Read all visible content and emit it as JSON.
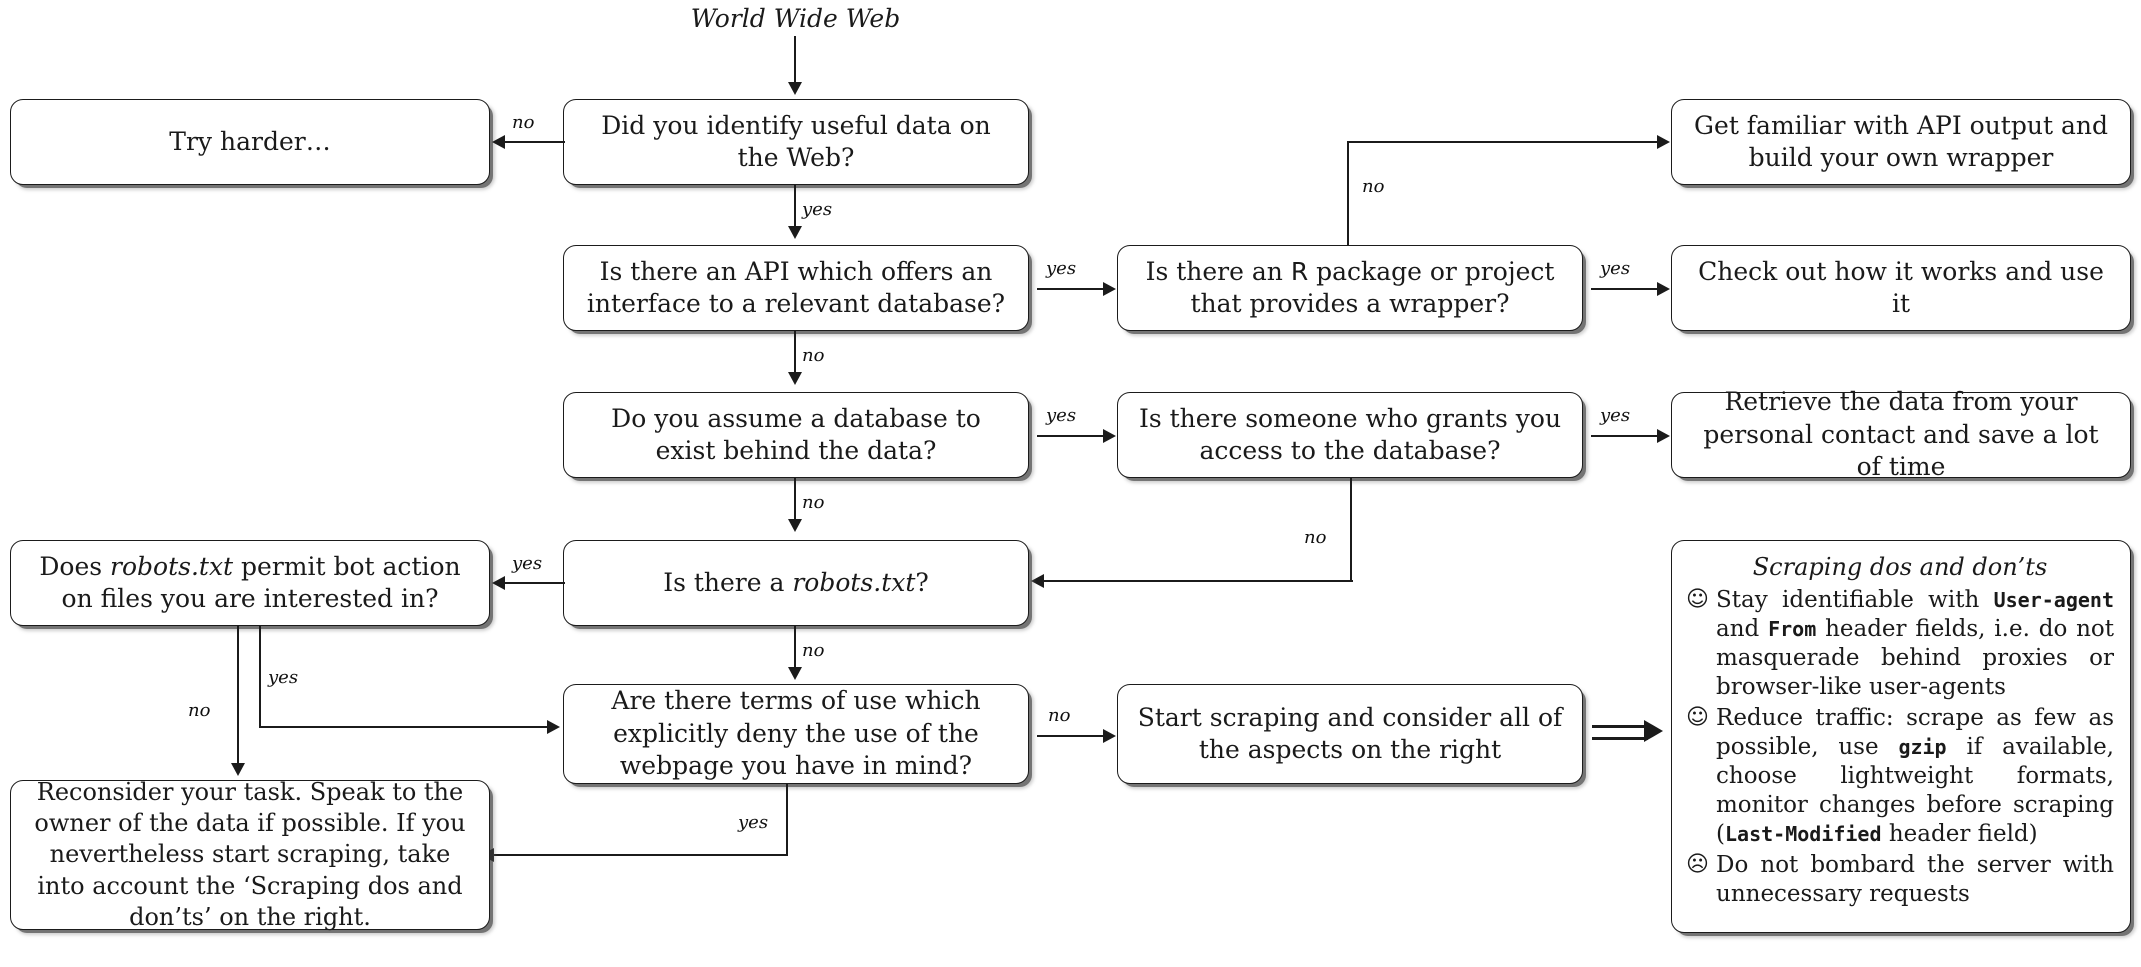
{
  "diagram": {
    "title": "World Wide Web",
    "nodes": {
      "try_harder": "Try harder…",
      "identify_data": "Did you identify useful data on the Web?",
      "api_interface": "Is there an API which offers an interface to a relevant database?",
      "assume_db": "Do you assume a database to exist behind the data?",
      "robots_permit": "Does robots.txt permit bot action on files you are interested in?",
      "robots_exists": "Is there a robots.txt?",
      "terms_of_use": "Are there terms of use which explicitly deny the use of the webpage you have in mind?",
      "reconsider": "Reconsider your task. Speak to the owner of the data if possible. If you nevertheless start scraping, take into account the ‘Scraping dos and don’ts’ on the right.",
      "r_package": "Is there an R package or project that provides a wrapper?",
      "grants_access": "Is there someone who grants you access to the database?",
      "start_scraping": "Start scraping and consider all of the aspects on the right",
      "api_wrapper": "Get familiar with API output and build your own wrapper",
      "check_works": "Check out how it works and use it",
      "retrieve_personal": "Retrieve the data from your personal contact and save a lot of time"
    },
    "edge_labels": {
      "identify_no": "no",
      "identify_yes": "yes",
      "api_yes": "yes",
      "api_no": "no",
      "assume_yes": "yes",
      "assume_no": "no",
      "robots_yes": "yes",
      "robots_no": "no",
      "permit_no": "no",
      "permit_yes": "yes",
      "terms_no": "no",
      "terms_yes": "yes",
      "rpkg_no": "no",
      "rpkg_yes": "yes",
      "grants_yes": "yes",
      "grants_no": "no"
    },
    "tips_panel": {
      "title": "Scraping dos and don’ts",
      "items": [
        {
          "face": "☺",
          "parts": [
            {
              "t": "Stay identifiable with ",
              "s": "plain"
            },
            {
              "t": "User-agent",
              "s": "mono"
            },
            {
              "t": " and ",
              "s": "plain"
            },
            {
              "t": "From",
              "s": "mono"
            },
            {
              "t": " header fields, i.e.  do not masquerade behind proxies or browser-like user-agents",
              "s": "plain"
            }
          ]
        },
        {
          "face": "☺",
          "parts": [
            {
              "t": "Reduce traffic:  scrape as few as possible, use ",
              "s": "plain"
            },
            {
              "t": "gzip",
              "s": "mono"
            },
            {
              "t": " if available, choose lightweight formats, monitor changes before scraping (",
              "s": "plain"
            },
            {
              "t": "Last-Modified",
              "s": "mono"
            },
            {
              "t": " header field)",
              "s": "plain"
            }
          ]
        },
        {
          "face": "☹",
          "parts": [
            {
              "t": "Do not bombard the server with unnecessary requests",
              "s": "plain"
            }
          ]
        }
      ]
    },
    "colors": {
      "ink": "#1b1b1b",
      "paper": "#ffffff",
      "shadow": "#787878"
    }
  }
}
